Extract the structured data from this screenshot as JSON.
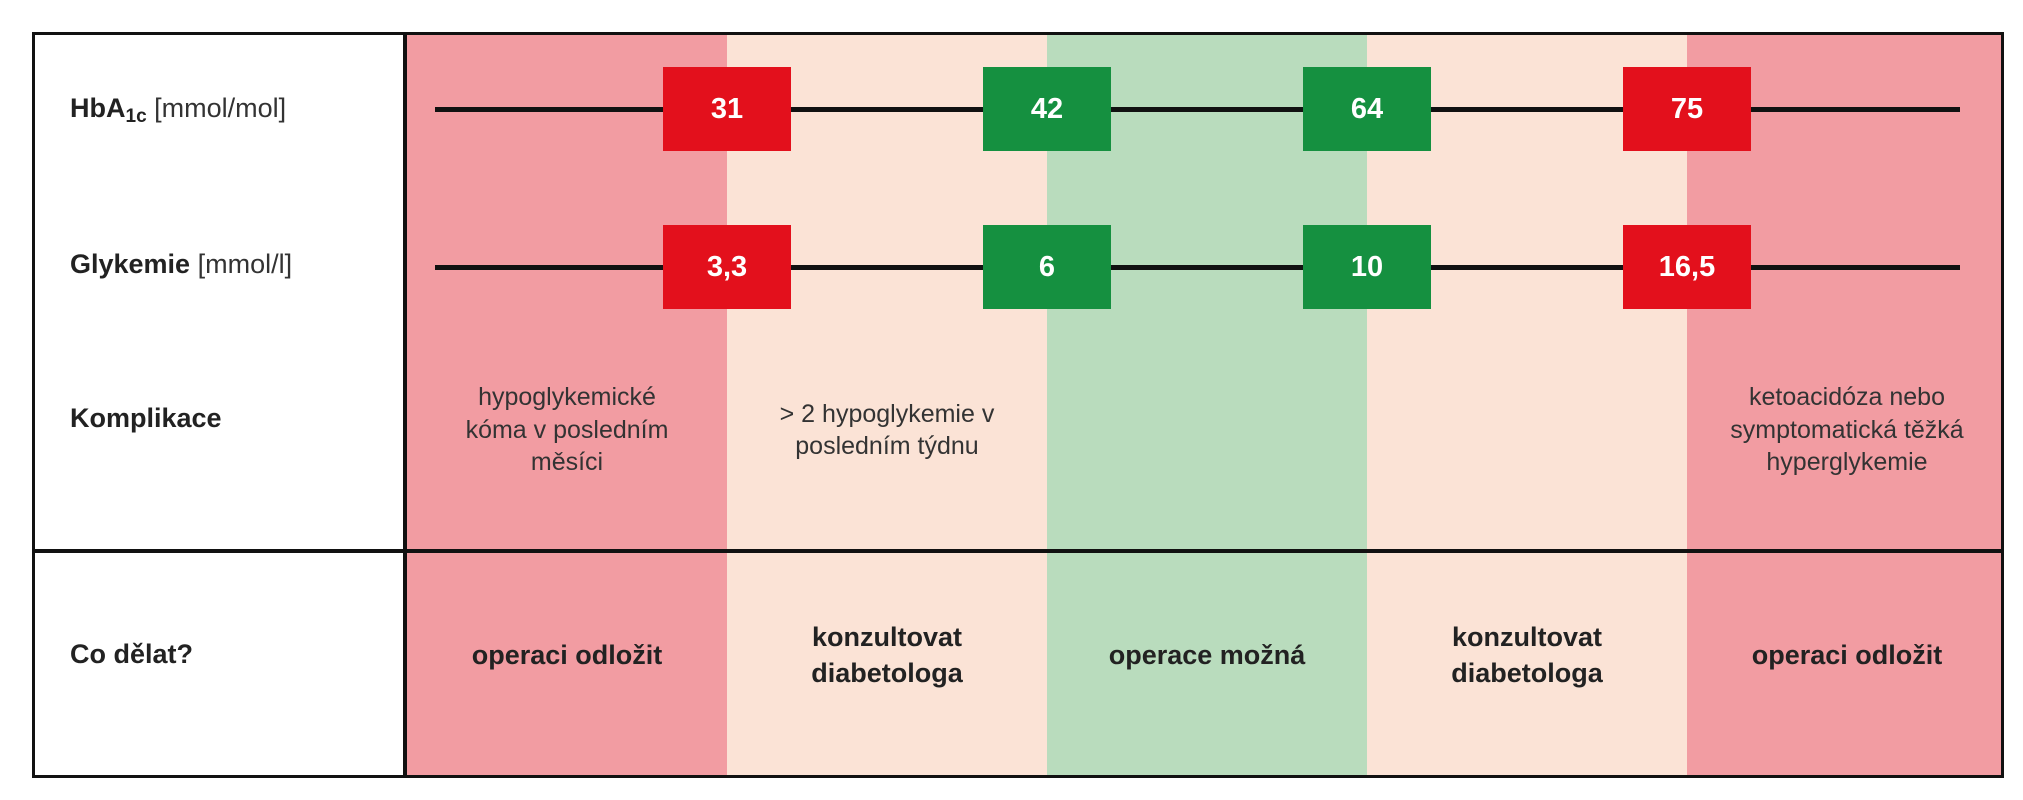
{
  "rows": {
    "hba1c": {
      "name_main": "HbA",
      "name_sub": "1c",
      "unit": " [mmol/mol]"
    },
    "glykemie": {
      "name": "Glykemie",
      "unit": " [mmol/l]"
    },
    "komplikace": {
      "name": "Komplikace"
    },
    "co_delat": {
      "name": "Co dělat?"
    }
  },
  "colors": {
    "red_zone": "#f29ca2",
    "orange_zone": "#fbe3d6",
    "green_zone": "#b9dcbd",
    "red_marker": "#e3101c",
    "green_marker": "#159040"
  },
  "hba1c_markers": [
    {
      "value": "31",
      "status": "red"
    },
    {
      "value": "42",
      "status": "green"
    },
    {
      "value": "64",
      "status": "green"
    },
    {
      "value": "75",
      "status": "red"
    }
  ],
  "glykemie_markers": [
    {
      "value": "3,3",
      "status": "red"
    },
    {
      "value": "6",
      "status": "green"
    },
    {
      "value": "10",
      "status": "green"
    },
    {
      "value": "16,5",
      "status": "red"
    }
  ],
  "zones": [
    {
      "color": "red",
      "complication": "hypoglykemické kóma v posledním měsíci",
      "action": "operaci odložit"
    },
    {
      "color": "orange",
      "complication": "> 2 hypoglykemie v posledním týdnu",
      "action": "konzultovat diabetologa"
    },
    {
      "color": "green",
      "complication": "",
      "action": "operace možná"
    },
    {
      "color": "orange",
      "complication": "",
      "action": "konzultovat diabetologa"
    },
    {
      "color": "red",
      "complication": "ketoacidóza nebo symptomatická těžká hyperglykemie",
      "action": "operaci odložit"
    }
  ]
}
